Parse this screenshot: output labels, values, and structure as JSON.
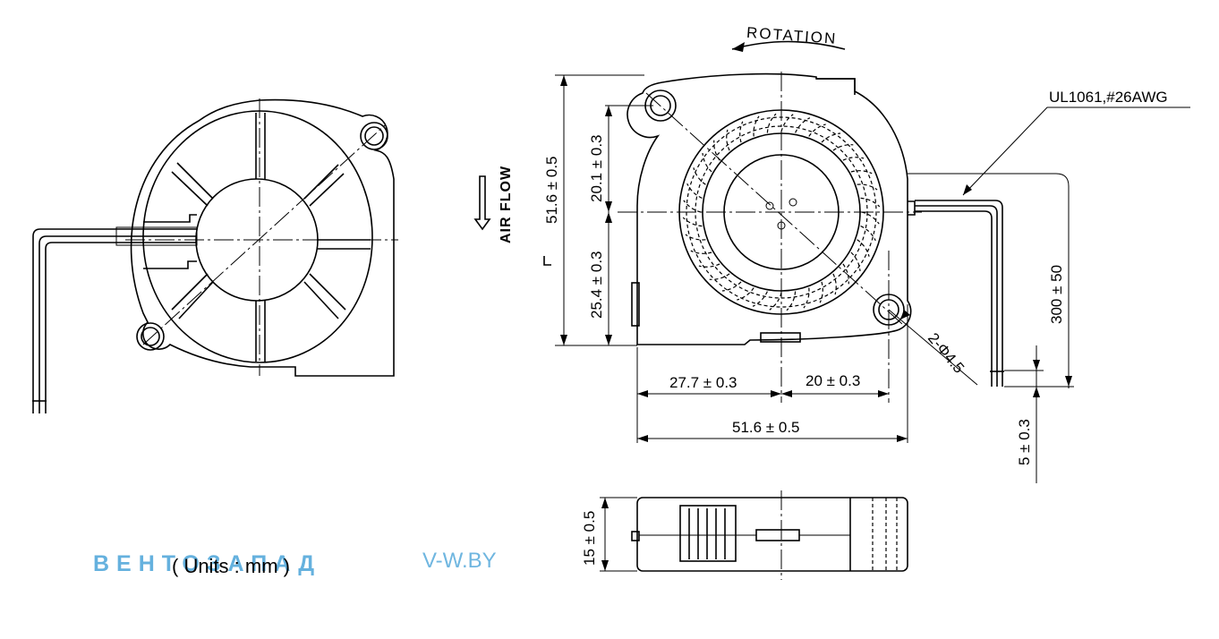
{
  "labels": {
    "rotation": "ROTATION",
    "air_flow": "AIR FLOW",
    "wire_spec": "UL1061,#26AWG",
    "units": "( Units : mm )",
    "mount_holes": "2-Φ4.5"
  },
  "dimensions": {
    "height_total": "51.6 ± 0.5",
    "upper_to_center": "20.1 ± 0.3",
    "center_to_bottom": "25.4 ± 0.3",
    "left_to_center": "27.7 ± 0.3",
    "center_to_hole": "20 ± 0.3",
    "width_total": "51.6 ± 0.5",
    "lead_length": "300 ± 50",
    "strip_length": "5 ± 0.3",
    "thickness": "15 ± 0.5"
  },
  "watermark": {
    "brand": "ВЕНТОЗАПАД",
    "site": "V-W.BY",
    "color": "#4aa3d8"
  }
}
